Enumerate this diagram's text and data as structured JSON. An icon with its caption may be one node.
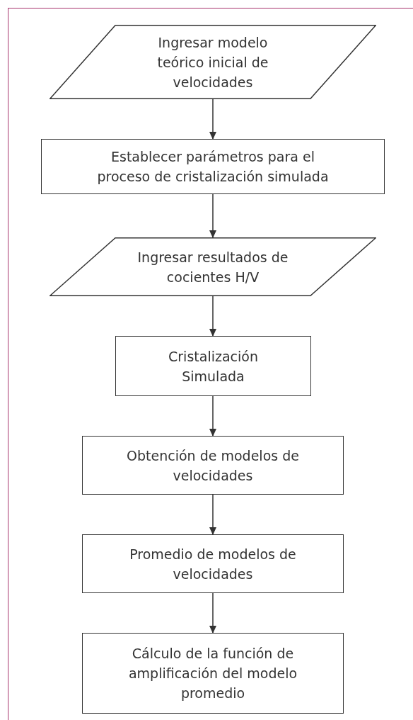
{
  "diagram": {
    "nodes": [
      {
        "text": [
          "Ingresar modelo teórico inicial de velocidades"
        ]
      },
      {
        "text": [
          "Establecer parámetros para el proceso de cristalización simulada"
        ]
      },
      {
        "text": [
          "Ingresar resultados de cocientes H/V"
        ]
      },
      {
        "text": [
          "Cristalización Simulada"
        ]
      },
      {
        "text": [
          "Obtención de modelos de velocidades"
        ]
      },
      {
        "text": [
          "Promedio de modelos de velocidades"
        ]
      },
      {
        "text": [
          "Cálculo de la función de amplificación del modelo promedio"
        ]
      }
    ],
    "edges": [
      {
        "from": 0,
        "to": 1,
        "arrow": "to"
      },
      {
        "from": 1,
        "to": 2,
        "arrow": "to"
      },
      {
        "from": 2,
        "to": 3,
        "arrow": "to"
      },
      {
        "from": 3,
        "to": 4,
        "arrow": "to"
      },
      {
        "from": 4,
        "to": 5,
        "arrow": "to"
      },
      {
        "from": 5,
        "to": 6,
        "arrow": "to"
      }
    ]
  }
}
